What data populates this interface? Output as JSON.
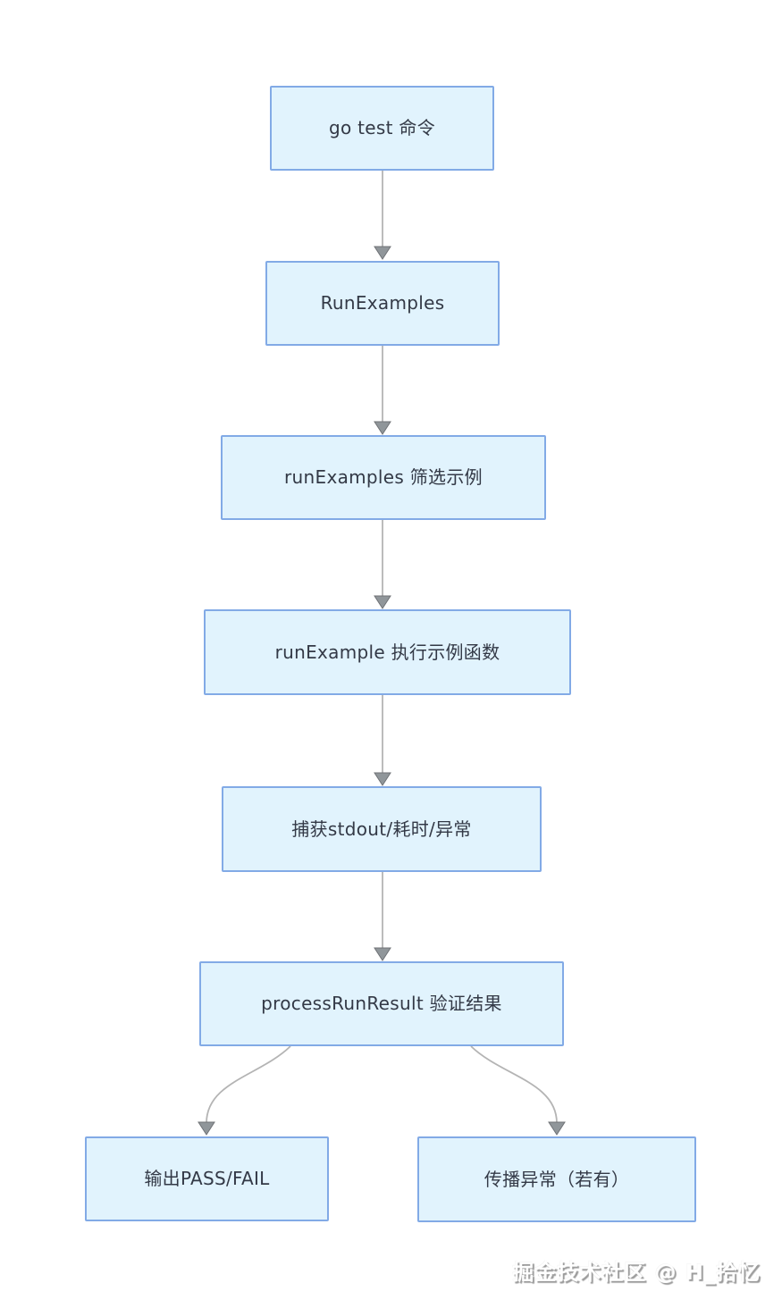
{
  "diagram": {
    "type": "flowchart",
    "direction": "top-down",
    "nodes": [
      {
        "id": "A",
        "label": "go test 命令"
      },
      {
        "id": "B",
        "label": "RunExamples"
      },
      {
        "id": "C",
        "label": "runExamples 筛选示例"
      },
      {
        "id": "D",
        "label": "runExample 执行示例函数"
      },
      {
        "id": "E",
        "label": "捕获stdout/耗时/异常"
      },
      {
        "id": "F",
        "label": "processRunResult 验证结果"
      },
      {
        "id": "G",
        "label": "输出PASS/FAIL"
      },
      {
        "id": "H",
        "label": "传播异常（若有）"
      }
    ],
    "edges": [
      {
        "from": "A",
        "to": "B"
      },
      {
        "from": "B",
        "to": "C"
      },
      {
        "from": "C",
        "to": "D"
      },
      {
        "from": "D",
        "to": "E"
      },
      {
        "from": "E",
        "to": "F"
      },
      {
        "from": "F",
        "to": "G"
      },
      {
        "from": "F",
        "to": "H"
      }
    ],
    "colors": {
      "node_fill": "#e1f3fd",
      "node_border": "#82aae6",
      "node_text": "#333946",
      "edge_line": "#b4b4b4",
      "arrowhead_fill": "#90969a",
      "background": "#ffffff"
    }
  },
  "watermark": {
    "text": "掘金技术社区 @ H_拾忆"
  }
}
